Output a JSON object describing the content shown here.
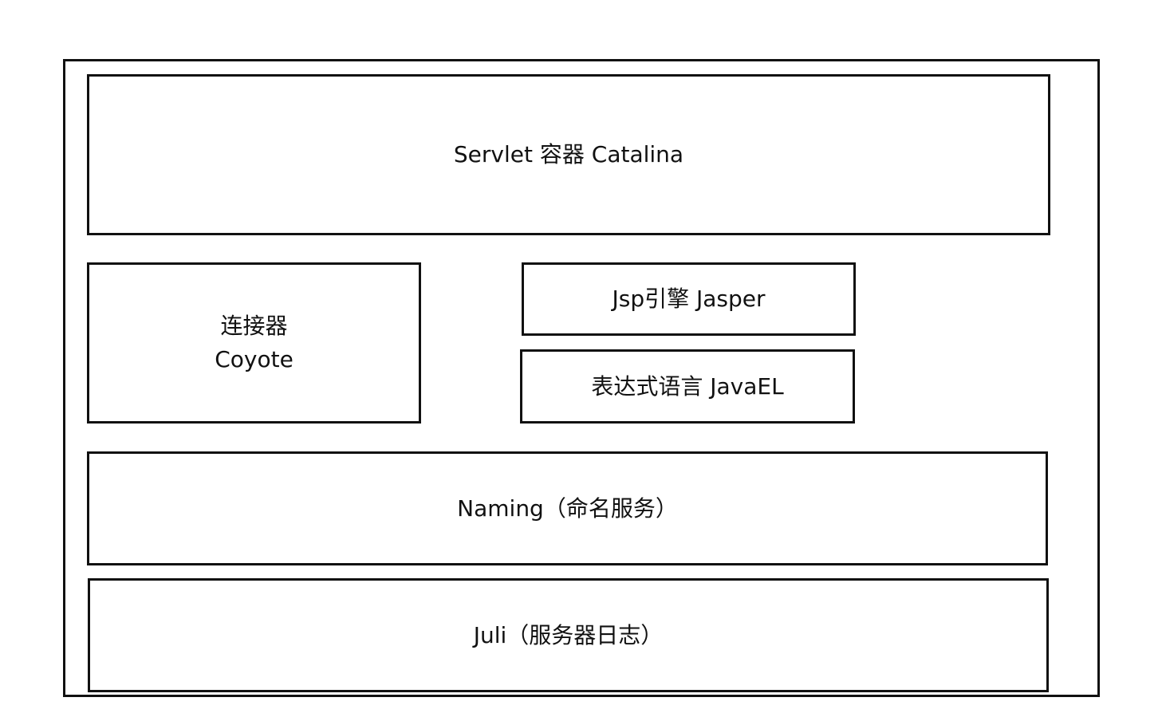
{
  "diagram": {
    "outer_container": {},
    "components": {
      "catalina": {
        "label": "Servlet 容器 Catalina"
      },
      "coyote": {
        "label_line1": "连接器",
        "label_line2": "Coyote"
      },
      "jasper": {
        "label": "Jsp引擎 Jasper"
      },
      "javael": {
        "label": "表达式语言 JavaEL"
      },
      "naming": {
        "label": "Naming（命名服务）"
      },
      "juli": {
        "label": "Juli（服务器日志）"
      }
    }
  }
}
